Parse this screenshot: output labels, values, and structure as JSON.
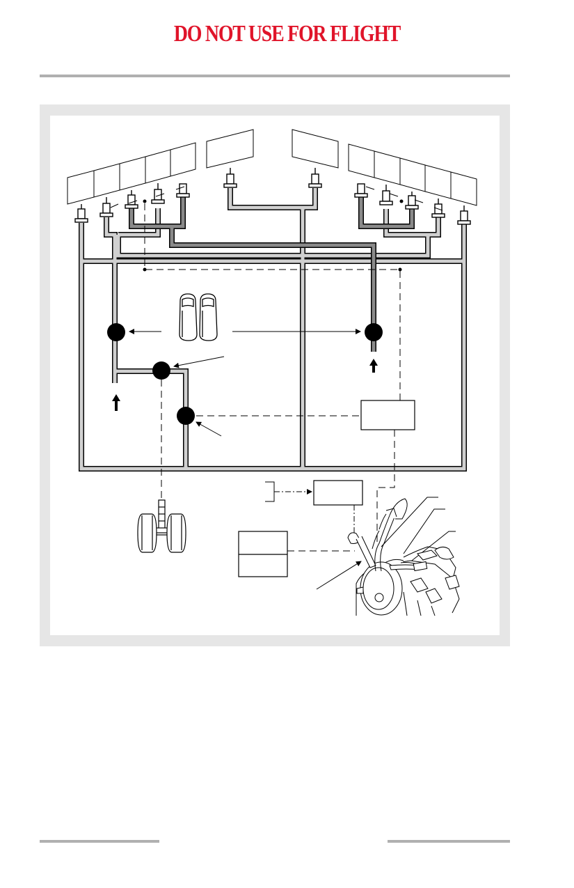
{
  "header": {
    "watermark": "DO NOT USE FOR FLIGHT",
    "watermark_color": "#e0142a"
  },
  "colors": {
    "frame_bg": "#e6e6e6",
    "panel_bg": "#ffffff",
    "duct_light": "#d0d0d0",
    "duct_dark": "#8a8a8a",
    "line": "#000000",
    "rule": "#b0b0b0"
  },
  "diagram": {
    "components": [
      "left-wing-fuel-tank-bays",
      "center-tank-panels",
      "right-wing-fuel-tank-bays",
      "fuel-quantity-probes",
      "crossfeed-valves",
      "fuel-pumps",
      "main-landing-gear",
      "control-box",
      "cockpit-panel-box",
      "fuel-control-lever-quadrant"
    ]
  }
}
